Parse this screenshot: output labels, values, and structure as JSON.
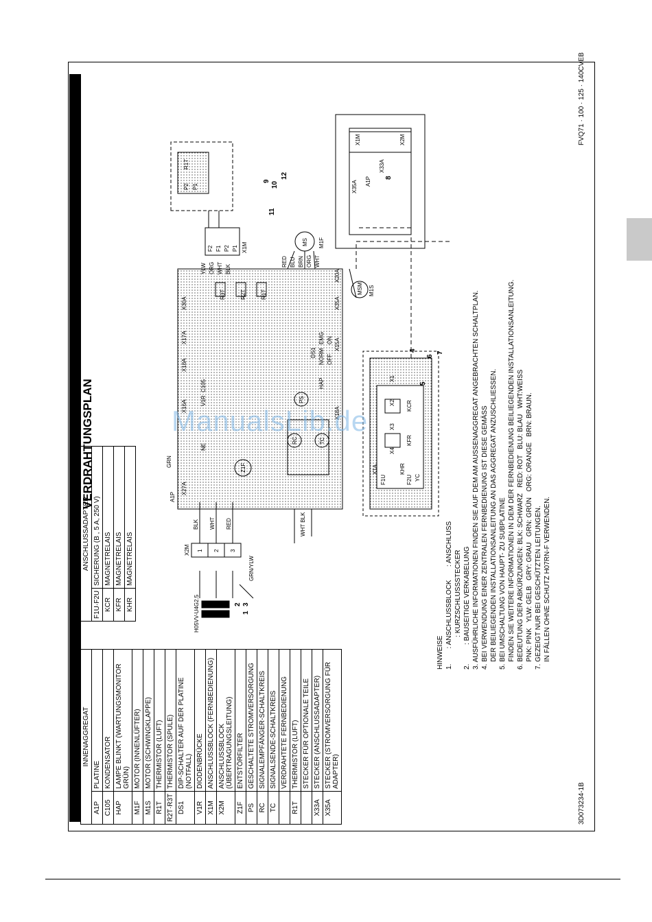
{
  "title": "VERDRAHTUNGSPLAN",
  "doc_number": "3D073234-1B",
  "model_code": "FVQ71 · 100 · 125 · 140CVEB",
  "watermark": "ManualsLib.de",
  "component_table": {
    "indoor_header": "INNENAGGREGAT",
    "rows": [
      {
        "code": "A1P",
        "desc": "PLATINE"
      },
      {
        "code": "C105",
        "desc": "KONDENSATOR"
      },
      {
        "code": "HAP",
        "desc": "LAMPE BLINKT (WARTUNGSMONITOR GRÜN)"
      },
      {
        "code": "M1F",
        "desc": "MOTOR (INNENLÜFTER)"
      },
      {
        "code": "M1S",
        "desc": "MOTOR (SCHWINGKLAPPE)"
      },
      {
        "code": "R1T",
        "desc": "THERMISTOR (LUFT)"
      },
      {
        "code": "R2T·R3T",
        "desc": "THERMISTOR (SPULE)"
      },
      {
        "code": "DS1",
        "desc": "DIP-SCHALTER AUF DER PLATINE (NOTFALL)"
      },
      {
        "code": "V1R",
        "desc": "DIODENBRÜCKE"
      },
      {
        "code": "X1M",
        "desc": "ANSCHLUSSBLOCK (FERNBEDIENUNG)"
      },
      {
        "code": "X2M",
        "desc": "ANSCHLUSSBLOCK (ÜBERTRAGUNGSLEITUNG)"
      },
      {
        "code": "Z1F",
        "desc": "ENTSTÖRFILTER"
      },
      {
        "code": "PS",
        "desc": "GESCHALTETE STROMVERSORGUNG"
      },
      {
        "code": "RC",
        "desc": "SIGNALEMPFÄNGER-SCHALTKREIS"
      },
      {
        "code": "TC",
        "desc": "SIGNALSENDE-SCHALTKREIS"
      },
      {
        "code": "",
        "desc": "VERDRAHTETE FERNBEDIENUNG"
      },
      {
        "code": "R1T",
        "desc": "THERMISTOR (LUFT)"
      },
      {
        "code": "",
        "desc": "STECKER FÜR OPTIONALE TEILE"
      },
      {
        "code": "X33A",
        "desc": "STECKER (ANSCHLUSSADAPTER)"
      },
      {
        "code": "X35A",
        "desc": "STECKER (STROMVERSORGUNG FÜR ADAPTER)"
      }
    ],
    "adapter_header": "ANSCHLUSSADAPTER",
    "adapter_rows": [
      {
        "code": "F1U·F2U",
        "desc": "SICHERUNG (B , 5 A, 250 V)"
      },
      {
        "code": "KCR",
        "desc": "MAGNETRELAIS"
      },
      {
        "code": "KFR",
        "desc": "MAGNETRELAIS"
      },
      {
        "code": "KHR",
        "desc": "MAGNETRELAIS"
      }
    ]
  },
  "notes": {
    "heading": "HINWEISE",
    "lines": [
      "1.        : ANSCHLUSSBLOCK       : ANSCHLUSS",
      "                 : KURZSCHLUSSSTECKER",
      "2.          : BAUSEITIGE VERKABELUNG",
      "3. AUSFÜHRLICHE INFORMATIONEN FINDEN SIE AUF DEM AM AUSSENAGGREGAT ANGEBRACHTEN SCHALTPLAN.",
      "4. BEI VERWENDUNG EINER ZENTRALEN FERNBEDIENUNG IST DIESE GEMÄSS",
      "    DER BEILIEGENDEN INSTALLATIONSANLEITUNG AN DAS AGGREGAT ANZUSCHLIESSEN.",
      "5. BEI UMSCHALTUNG VON HAUPT- ZU SUBPLATINE",
      "    FINDEN SIE WEITERE INFORMATIONEN IN DEM DER FERNBEDIENUNG BEILIEGENDEN INSTALLATIONSANLEITUNG.",
      "6. BEDEUTUNG DER ABKÜRZUNGEN: BLK: SCHWARZ   RED: ROT   BLU: BLAU   WHT:WEISS",
      "    PNK: PINK   YLW: GELB   GRY: GRAU   GRN: GRÜN   ORG: ORANGE   BRN: BRAUN.",
      "7. GEZEIGT NUR BEI GESCHÜTZTEN LEITUNGEN.",
      "    IN FÄLLEN OHNE SCHUTZ H07RN-F VERWENDEN."
    ]
  },
  "diagram_labels": {
    "x2m": "X2M",
    "x2m_terminals": [
      "1",
      "2",
      "3"
    ],
    "cable": "H05VV-U4G2.5",
    "callouts": [
      "1",
      "2",
      "3",
      "4",
      "5",
      "6",
      "7",
      "8",
      "9",
      "10",
      "11",
      "12"
    ],
    "wires_left": [
      "BLK",
      "WHT",
      "RED"
    ],
    "wire_wht_blk": "WHT BLK",
    "grn_ylw": "GRN/YLW",
    "grn": "GRN",
    "a1p": "A1P",
    "connectors": [
      "X27A",
      "X16A",
      "X18A",
      "X17A",
      "X30A",
      "X20A",
      "X35A",
      "X15A",
      "X1A",
      "X18A"
    ],
    "ne": "NE",
    "v1r": "V1R",
    "c105": "C105",
    "r1t": "R1T",
    "r2t": "R2T",
    "r3t": "R3T",
    "ds1": "DS1",
    "ds1_labels": [
      "NORM",
      "EMG",
      "OFF",
      "ON"
    ],
    "hap": "HAP",
    "ps": "PS",
    "z1f": "Z1F",
    "rc": "RC",
    "tc": "TC",
    "m1f": "M1F",
    "m1f_inner": "MS",
    "m1f_wires": [
      "RED",
      "BLU",
      "BRN",
      "ORG",
      "WHT"
    ],
    "m1s": "M1S",
    "m1s_inner": "MSM",
    "x1m": "X1M",
    "x1m_pins": [
      "F2",
      "F1",
      "P2",
      "P1"
    ],
    "x1m_wires": [
      "YLW",
      "ORG",
      "WHT",
      "BLK"
    ],
    "remote_pins": [
      "P2",
      "P1"
    ],
    "remote_r1t": "R1T",
    "adapter_terminals": [
      "X4",
      "X3",
      "X2",
      "X1"
    ],
    "kfr": "KFR",
    "kcr": "KCR",
    "khr": "KHR",
    "f1u": "F1U",
    "f2u": "F2U",
    "yc": "YC",
    "inset_x1m": "X1M",
    "inset_x2m": "X2M",
    "inset_x35a": "X35A",
    "inset_x33a": "X33A",
    "inset_a1p": "A1P"
  }
}
